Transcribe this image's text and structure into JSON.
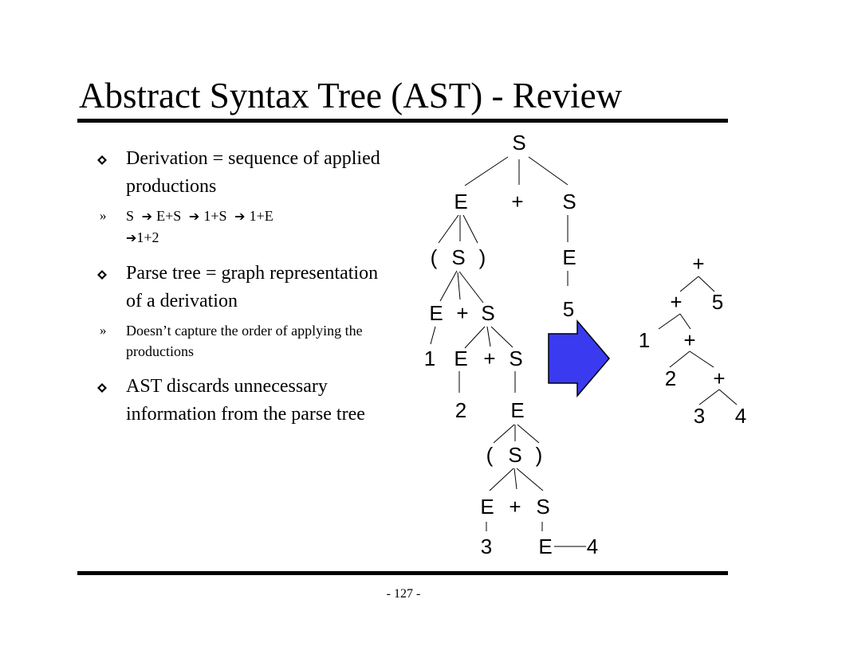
{
  "slide": {
    "title": "Abstract Syntax Tree (AST) - Review",
    "page_number": "- 127 -"
  },
  "bullets": [
    {
      "text": "Derivation = sequence of applied productions",
      "sub": {
        "marker": "»",
        "parts": [
          "S",
          "E+S",
          "1+S",
          "1+E",
          "1+2"
        ]
      }
    },
    {
      "text": "Parse tree = graph representation of a derivation",
      "sub": {
        "marker": "»",
        "text": "Doesn’t capture the order of applying the productions"
      }
    },
    {
      "text": "AST discards unnecessary information from the parse tree"
    }
  ],
  "parse_tree": {
    "labels": {
      "root": "S",
      "e1": "E",
      "plus1": "+",
      "s1": "S",
      "lp1": "(",
      "s2": "S",
      "rp1": ")",
      "e5": "E",
      "five": "5",
      "e2": "E",
      "plus2": "+",
      "s3": "S",
      "one": "1",
      "e3": "E",
      "plus3": "+",
      "s4": "S",
      "two": "2",
      "e4": "E",
      "lp2": "(",
      "s5": "S",
      "rp2": ")",
      "e6": "E",
      "plus4": "+",
      "s6": "S",
      "three": "3",
      "e7": "E",
      "four": "4"
    }
  },
  "ast": {
    "labels": {
      "plus_a": "+",
      "plus_b": "+",
      "five": "5",
      "one": "1",
      "plus_c": "+",
      "two": "2",
      "plus_d": "+",
      "three": "3",
      "four": "4"
    }
  },
  "colors": {
    "arrow_fill": "#3a3af0",
    "arrow_stroke": "#000000",
    "bullet_icon": "#000000"
  }
}
